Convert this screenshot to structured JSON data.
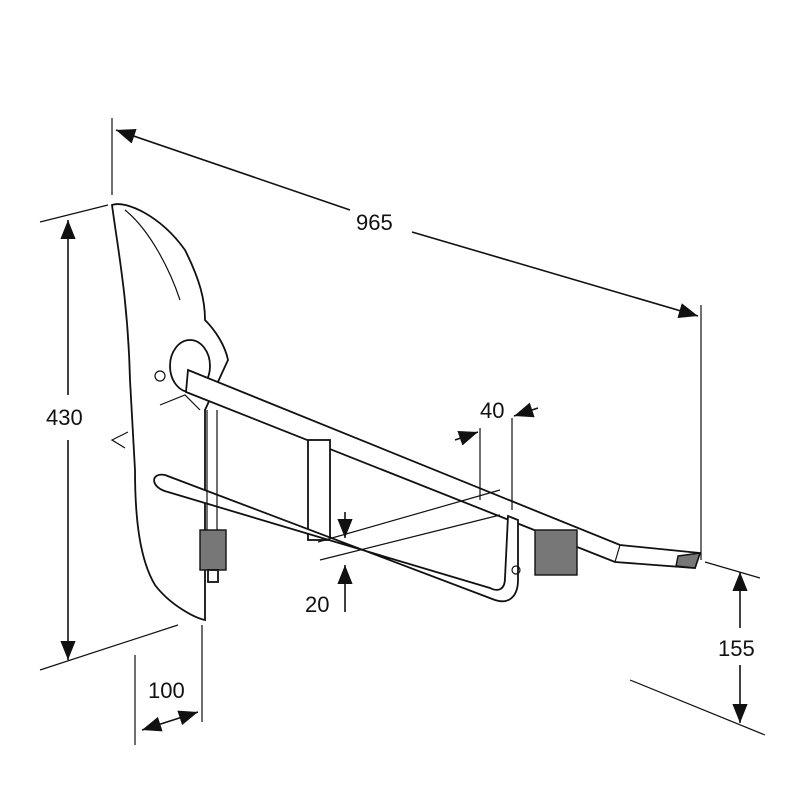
{
  "dimensions": {
    "length": "965",
    "height": "430",
    "bar_width": "40",
    "offset": "20",
    "floor_height": "155",
    "depth": "100"
  }
}
